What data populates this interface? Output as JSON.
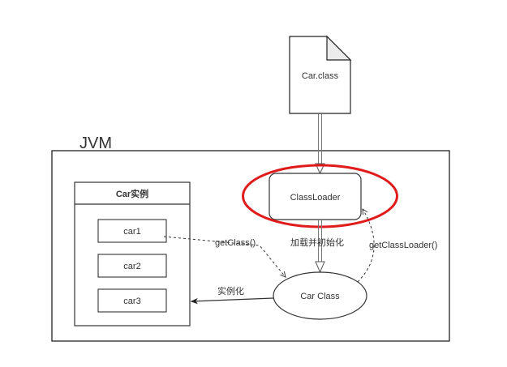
{
  "diagram": {
    "jvm": {
      "label": "JVM"
    },
    "car_class_file": {
      "label": "Car.class"
    },
    "class_loader": {
      "label": "ClassLoader",
      "highlight_color": "#e01b1b"
    },
    "car_class": {
      "label": "Car Class"
    },
    "instances": {
      "title": "Car实例",
      "items": [
        {
          "label": "car1"
        },
        {
          "label": "car2"
        },
        {
          "label": "car3"
        }
      ]
    },
    "edges": {
      "load_init": "加载并初始化",
      "get_class": "getClass()",
      "get_class_loader": "getClassLoader()",
      "instantiate": "实例化"
    }
  }
}
